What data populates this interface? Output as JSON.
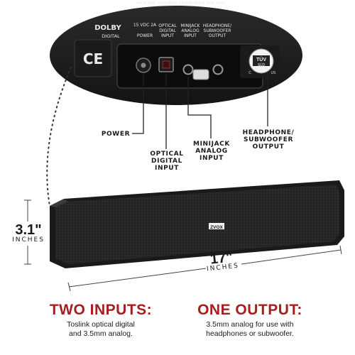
{
  "panel": {
    "top_notice": "received, including interference that may",
    "dolby_line1": "DOLBY",
    "dolby_line2": "DIGITAL",
    "power_rating": "15 VDC 2A",
    "port_power": "POWER",
    "port_optical_1": "OPTICAL",
    "port_optical_2": "DIGITAL",
    "port_optical_3": "INPUT",
    "port_minijack_1": "MINIJACK",
    "port_minijack_2": "ANALOG",
    "port_minijack_3": "INPUT",
    "port_headphone_1": "HEADPHONE/",
    "port_headphone_2": "SUBWOOFER",
    "port_headphone_3": "OUTPUT",
    "ce_mark": "CE",
    "tuv_1": "TÜV",
    "tuv_2": "SÜD",
    "tuv_us": "US",
    "tuv_c": "C"
  },
  "callouts": {
    "power": "POWER",
    "optical_1": "OPTICAL",
    "optical_2": "DIGITAL",
    "optical_3": "INPUT",
    "minijack_1": "MINIJACK",
    "minijack_2": "ANALOG",
    "minijack_3": "INPUT",
    "headphone_1": "HEADPHONE/",
    "headphone_2": "SUBWOOFER",
    "headphone_3": "OUTPUT"
  },
  "speaker": {
    "brand": "ZVOX"
  },
  "dimensions": {
    "height_value": "3.1\"",
    "height_unit": "INCHES",
    "width_value": "17\"",
    "width_unit": "INCHES"
  },
  "features": {
    "inputs_heading": "TWO INPUTS:",
    "inputs_desc_1": "Toslink optical digital",
    "inputs_desc_2": "and 3.5mm analog.",
    "output_heading": "ONE OUTPUT:",
    "output_desc_1": "3.5mm analog for use with",
    "output_desc_2": "headphones or subwoofer."
  },
  "colors": {
    "accent_red": "#a51f21",
    "panel": "#232323",
    "speaker": "#2b2b2b"
  }
}
